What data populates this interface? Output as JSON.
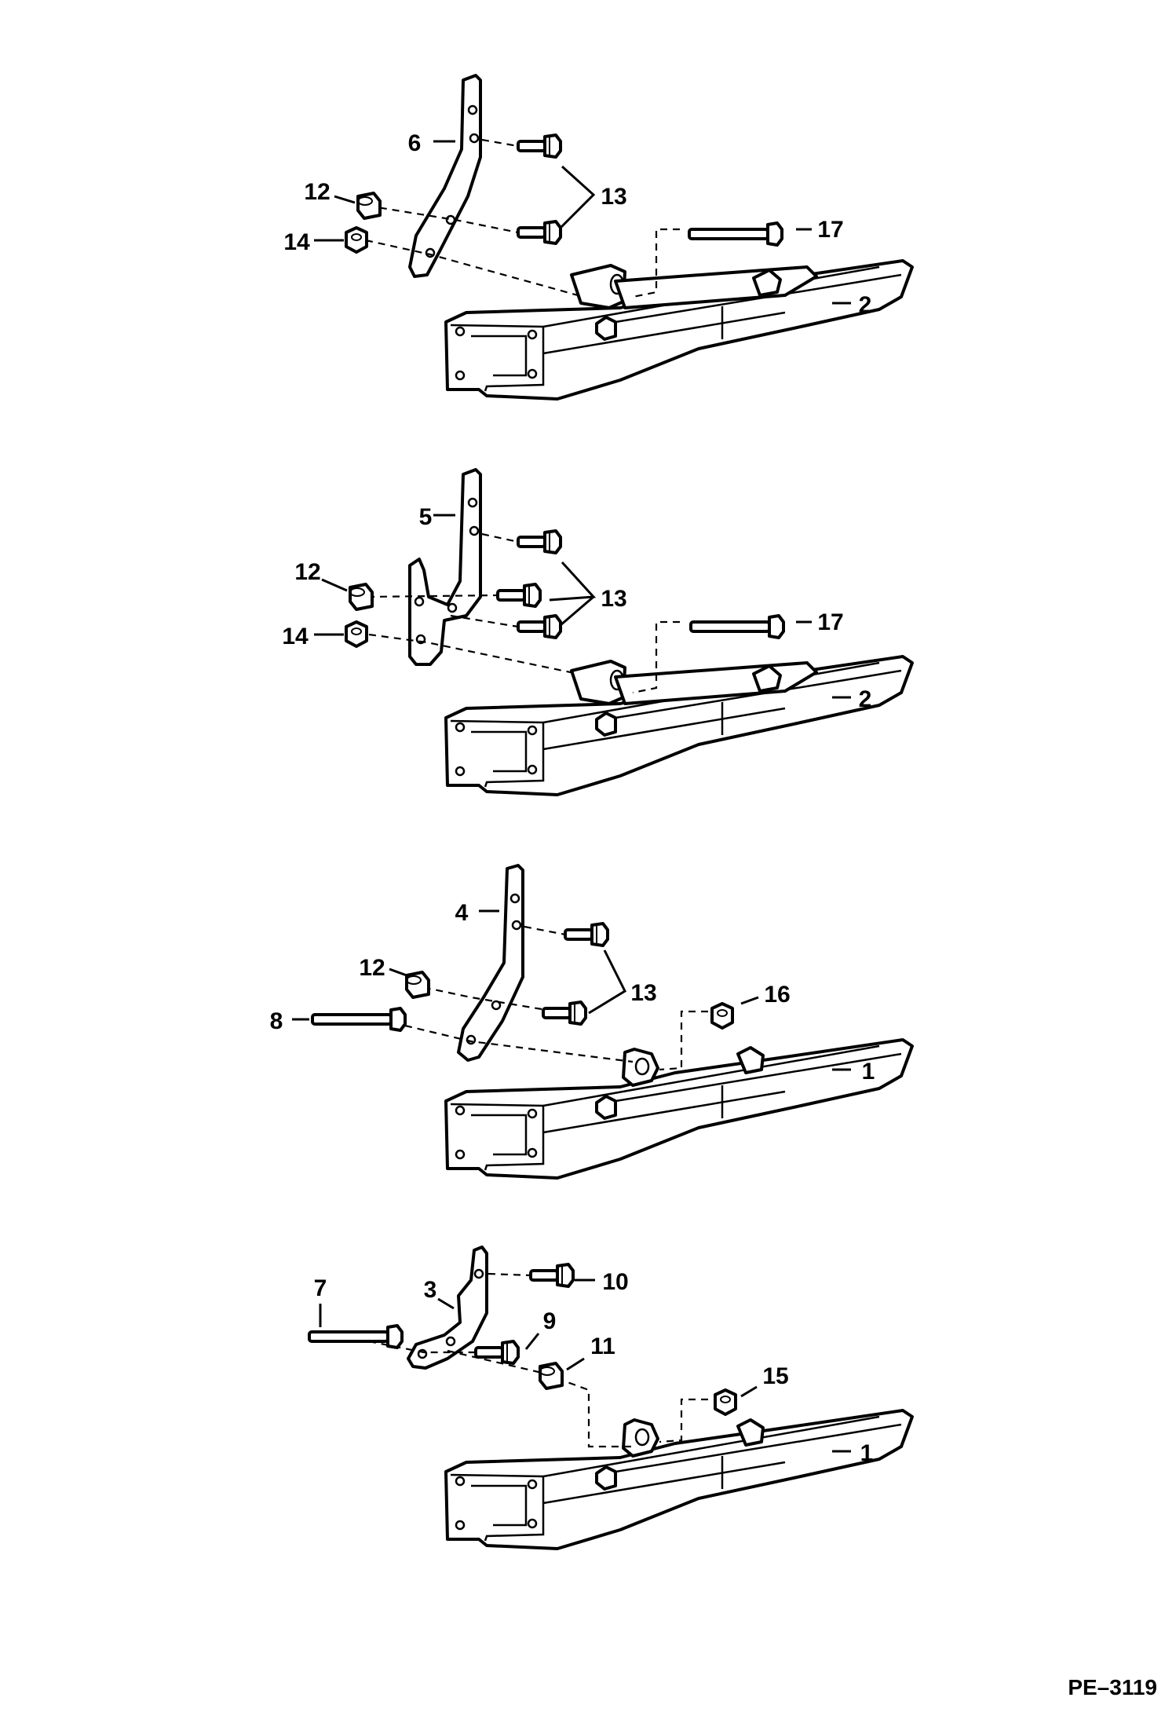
{
  "figure_ref": "PE–3119",
  "callouts": {
    "v1": {
      "c6": "6",
      "c12": "12",
      "c13": "13",
      "c14": "14",
      "c17": "17",
      "c2": "2"
    },
    "v2": {
      "c5": "5",
      "c12": "12",
      "c13": "13",
      "c14": "14",
      "c17": "17",
      "c2": "2"
    },
    "v3": {
      "c4": "4",
      "c12": "12",
      "c13": "13",
      "c8": "8",
      "c16": "16",
      "c1": "1"
    },
    "v4": {
      "c3": "3",
      "c7": "7",
      "c10": "10",
      "c9": "9",
      "c11": "11",
      "c15": "15",
      "c1": "1"
    }
  }
}
